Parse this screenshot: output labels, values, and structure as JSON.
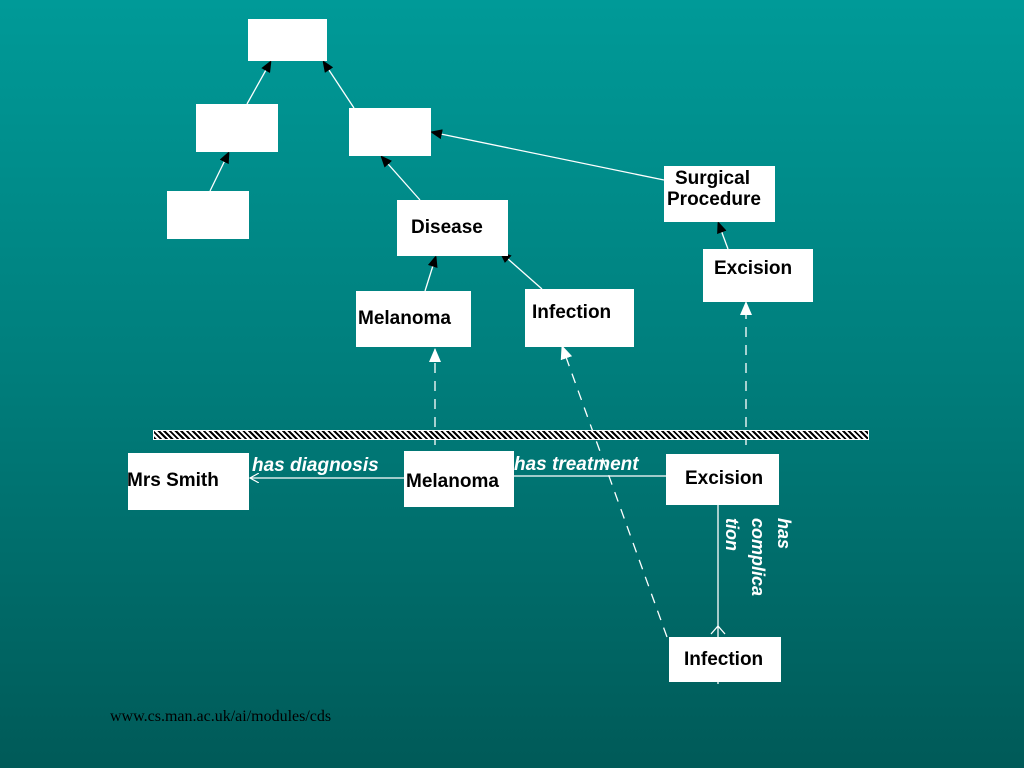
{
  "hierarchy": {
    "disease": "Disease",
    "melanoma": "Melanoma",
    "infection": "Infection",
    "surgical_procedure_line1": "Surgical",
    "surgical_procedure_line2": "Procedure",
    "excision": "Excision"
  },
  "instances": {
    "patient": "Mrs Smith",
    "melanoma": "Melanoma",
    "excision": "Excision",
    "infection": "Infection"
  },
  "relations": {
    "has_diagnosis": "has diagnosis",
    "has_treatment": "has treatment",
    "has_complication_line1": "has",
    "has_complication_line2": "complica",
    "has_complication_line3": "tion"
  },
  "footer": {
    "url": "www.cs.man.ac.uk/ai/modules/cds"
  },
  "colors": {
    "background_top": "#009a98",
    "background_bottom": "#005a58",
    "box": "#ffffff",
    "line": "#ffffff"
  }
}
